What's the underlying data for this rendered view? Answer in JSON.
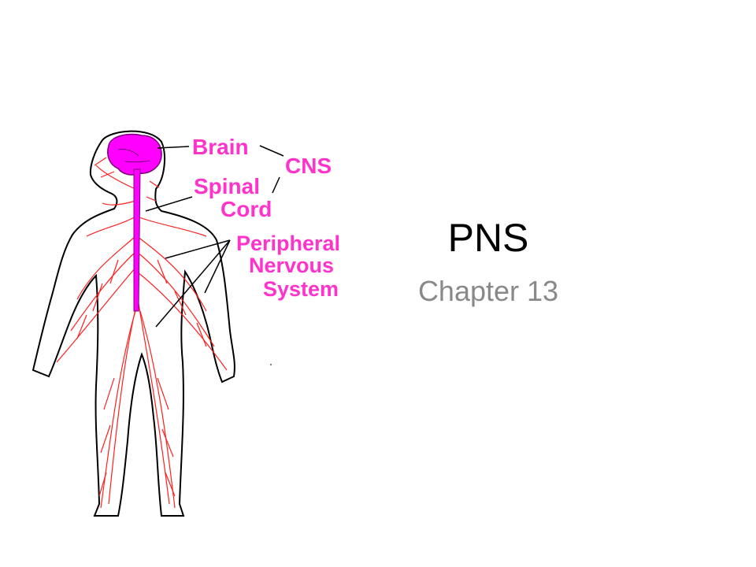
{
  "slide": {
    "title": "PNS",
    "subtitle": "Chapter 13"
  },
  "figure": {
    "labels": {
      "brain": "Brain",
      "cns": "CNS",
      "spinal": "Spinal",
      "cord": "Cord",
      "peripheral": "Peripheral",
      "nervous": "Nervous",
      "system": "System"
    }
  },
  "colors": {
    "label_magenta": "#ff33cc",
    "brain_magenta": "#ff00ff",
    "nerve_red": "#ff2020",
    "outline": "#000000",
    "subtitle_gray": "#898989"
  }
}
